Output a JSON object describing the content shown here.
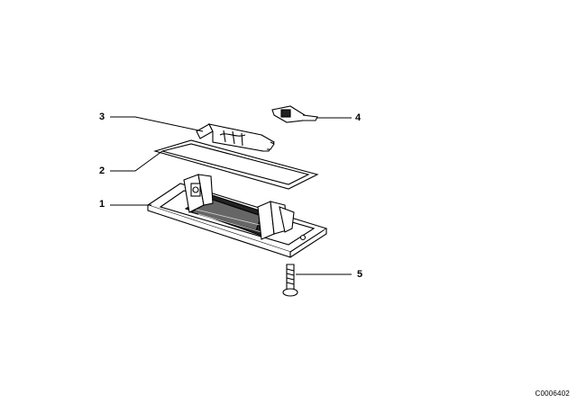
{
  "callouts": [
    {
      "id": "c1",
      "label": "1"
    },
    {
      "id": "c2",
      "label": "2"
    },
    {
      "id": "c3",
      "label": "3"
    },
    {
      "id": "c4",
      "label": "4"
    },
    {
      "id": "c5",
      "label": "5"
    }
  ],
  "reference_code": "C0006402",
  "colors": {
    "line": "#000000",
    "background": "#ffffff"
  }
}
